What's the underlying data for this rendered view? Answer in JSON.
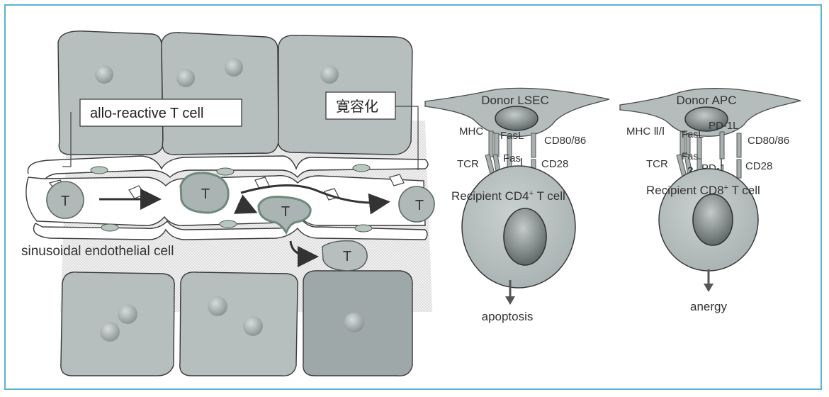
{
  "left_panel": {
    "allo_label": "allo-reactive T cell",
    "tolerance_label": "寛容化",
    "endothelial_label": "sinusoidal endothelial cell",
    "t_cell_letter": "T"
  },
  "cd4_panel": {
    "presenter": "Donor LSEC",
    "mhc": "MHC",
    "fasl": "FasL",
    "fas": "Fas",
    "cd80": "CD80/86",
    "tcr": "TCR",
    "cd28": "CD28",
    "recipient_prefix": "Recipient CD4",
    "recipient_sup": "+",
    "recipient_suffix": " T cell",
    "outcome": "apoptosis"
  },
  "cd8_panel": {
    "presenter": "Donor APC",
    "mhc": "MHC Ⅱ/Ⅰ",
    "fasl": "FasL",
    "pd1l": "PD-1L",
    "cd80": "CD80/86",
    "fas": "Fas",
    "tcr": "TCR",
    "question": "?",
    "pd1": "PD-1",
    "cd28": "CD28",
    "recipient_prefix": "Recipient CD8",
    "recipient_sup": "+",
    "recipient_suffix": " T cell",
    "outcome": "anergy"
  },
  "colors": {
    "frame": "#5ab3cf",
    "cell_fill": "#b4bcbc",
    "cell_stroke": "#3a3a3a",
    "nucleus": "#8f9898",
    "t_cell_fill": "#aeb8b6",
    "t_cell_stroke": "#7a9a8a"
  }
}
